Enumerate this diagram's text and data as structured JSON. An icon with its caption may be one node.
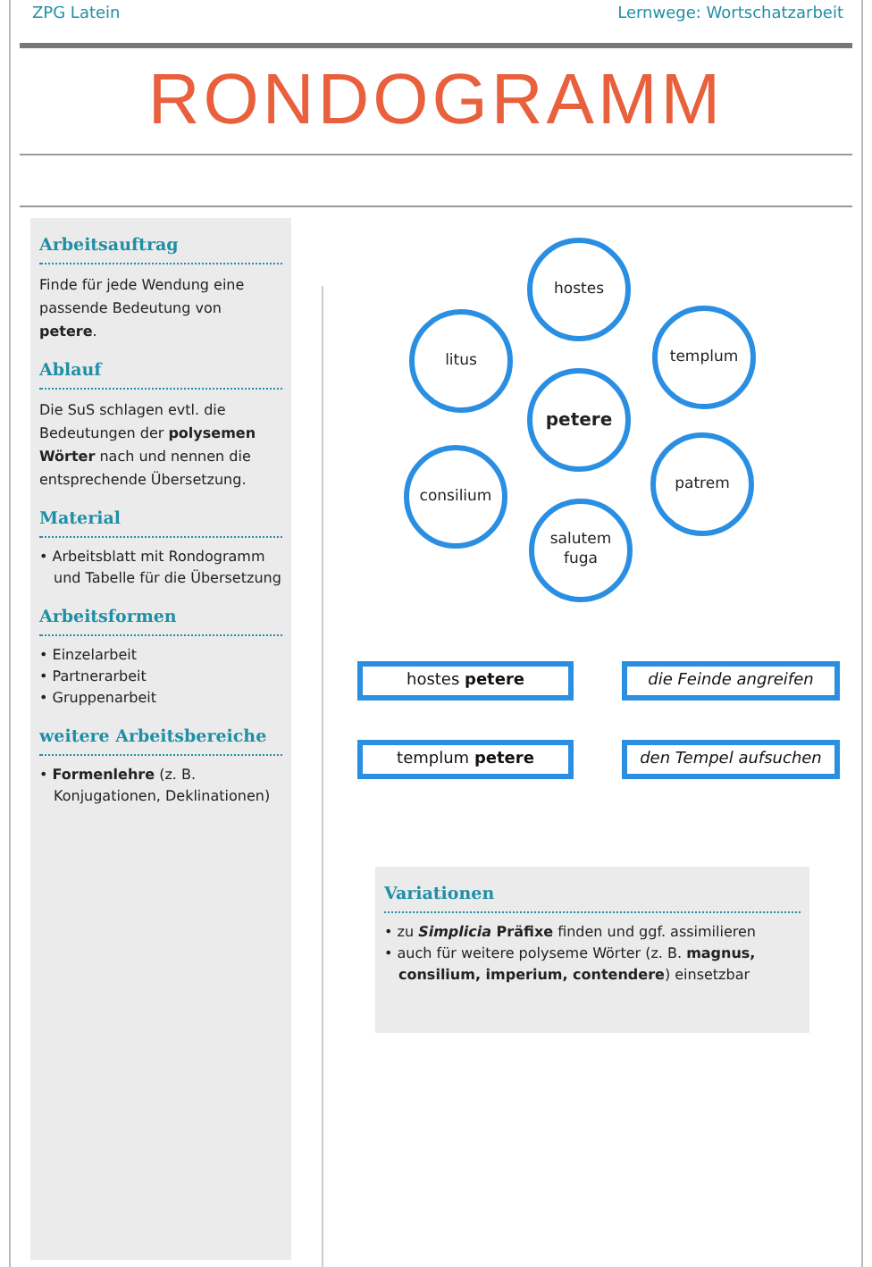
{
  "diagram": {
    "title": "RONDOGRAMM",
    "nodes": [
      {
        "text": [
          "Arbeitsauftrag",
          "Finde für jede Wendung eine passende Bedeutung von **petere**.",
          "Ablauf",
          "Die SuS schlagen evtl. die Bedeutungen der **polysemen Wörter** nach und nennen die entsprechende Übersetzung.",
          "Material",
          "• Arbeitsblatt mit Rondogramm und Tabelle für die Übersetzung",
          "Arbeitsformen",
          "• Einzelarbeit",
          "• Partnerarbeit",
          "• Gruppenarbeit",
          "weitere Arbeitsbereiche",
          "• **Formenlehre** (z. B. Konjugationen, Deklinationen)"
        ]
      },
      {
        "text": [
          "hostes"
        ]
      },
      {
        "text": [
          "litus"
        ]
      },
      {
        "text": [
          "templum"
        ]
      },
      {
        "text": [
          "petere"
        ]
      },
      {
        "text": [
          "consilium"
        ]
      },
      {
        "text": [
          "patrem"
        ]
      },
      {
        "text": [
          "salutem fuga"
        ]
      },
      {
        "text": [
          "hostes **petere**"
        ]
      },
      {
        "text": [
          "die Feinde angreifen"
        ]
      },
      {
        "text": [
          "templum **petere**"
        ]
      },
      {
        "text": [
          "den Tempel aufsuchen"
        ]
      },
      {
        "text": [
          "Variationen",
          "• zu ***Simplicia* Präfixe** finden und ggf. assimilieren",
          "• auch für weitere polyseme Wörter (z. B. **magnus, consilium, imperium, contendere**) einsetzbar"
        ]
      }
    ],
    "edges": [],
    "labels": [
      "ZPG Latein",
      "Lernwege: Wortschatzarbeit"
    ]
  }
}
